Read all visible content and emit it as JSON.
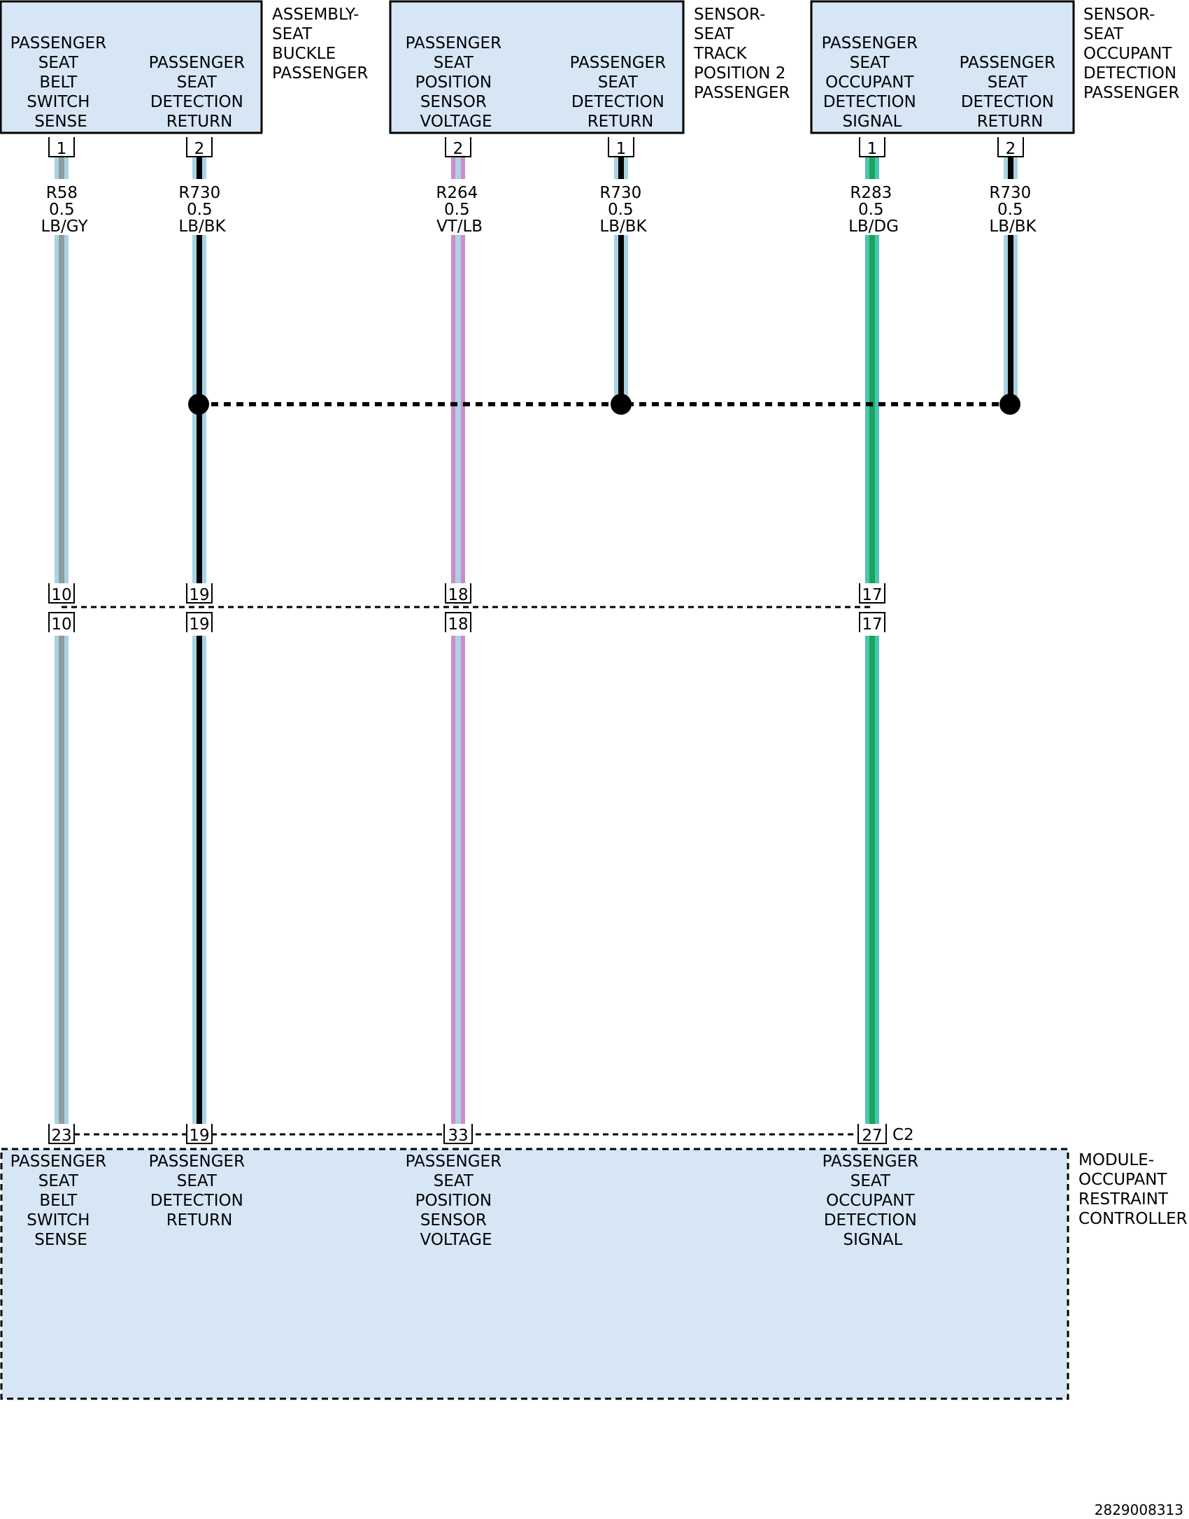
{
  "colors": {
    "box_fill": "#d6e6f5",
    "LB": "#a9d2e4",
    "GY": "#8e9ca3",
    "BK": "#000000",
    "VT": "#cf8bc8",
    "DG": "#1aa35b",
    "LB_on_DG": "#4cc3b4"
  },
  "components": {
    "buckle": {
      "title": [
        "ASSEMBLY-",
        "SEAT",
        "BUCKLE",
        "PASSENGER"
      ],
      "pins": [
        {
          "number": "1",
          "label": [
            "PASSENGER",
            "SEAT",
            "BELT",
            "SWITCH",
            "SENSE"
          ]
        },
        {
          "number": "2",
          "label": [
            "PASSENGER",
            "SEAT",
            "DETECTION",
            "RETURN"
          ]
        }
      ]
    },
    "track": {
      "title": [
        "SENSOR-",
        "SEAT",
        "TRACK",
        "POSITION 2",
        "PASSENGER"
      ],
      "pins": [
        {
          "number": "2",
          "label": [
            "PASSENGER",
            "SEAT",
            "POSITION",
            "SENSOR",
            "VOLTAGE"
          ]
        },
        {
          "number": "1",
          "label": [
            "PASSENGER",
            "SEAT",
            "DETECTION",
            "RETURN"
          ]
        }
      ]
    },
    "occupant": {
      "title": [
        "SENSOR-",
        "SEAT",
        "OCCUPANT",
        "DETECTION",
        "PASSENGER"
      ],
      "pins": [
        {
          "number": "1",
          "label": [
            "PASSENGER",
            "SEAT",
            "OCCUPANT",
            "DETECTION",
            "SIGNAL"
          ]
        },
        {
          "number": "2",
          "label": [
            "PASSENGER",
            "SEAT",
            "DETECTION",
            "RETURN"
          ]
        }
      ]
    },
    "orc": {
      "title": [
        "MODULE-",
        "OCCUPANT",
        "RESTRAINT",
        "CONTROLLER"
      ],
      "connector": "C2",
      "pins": [
        {
          "number": "23",
          "label": [
            "PASSENGER",
            "SEAT",
            "BELT",
            "SWITCH",
            "SENSE"
          ]
        },
        {
          "number": "19",
          "label": [
            "PASSENGER",
            "SEAT",
            "DETECTION",
            "RETURN"
          ]
        },
        {
          "number": "33",
          "label": [
            "PASSENGER",
            "SEAT",
            "POSITION",
            "SENSOR",
            "VOLTAGE"
          ]
        },
        {
          "number": "27",
          "label": [
            "PASSENGER",
            "SEAT",
            "OCCUPANT",
            "DETECTION",
            "SIGNAL"
          ]
        }
      ]
    }
  },
  "wires": [
    {
      "circuit": "R58",
      "gauge": "0.5",
      "color": "LB/GY"
    },
    {
      "circuit": "R730",
      "gauge": "0.5",
      "color": "LB/BK"
    },
    {
      "circuit": "R264",
      "gauge": "0.5",
      "color": "VT/LB"
    },
    {
      "circuit": "R730",
      "gauge": "0.5",
      "color": "LB/BK"
    },
    {
      "circuit": "R283",
      "gauge": "0.5",
      "color": "LB/DG"
    },
    {
      "circuit": "R730",
      "gauge": "0.5",
      "color": "LB/BK"
    }
  ],
  "inline_connector": {
    "upper_pins": [
      "10",
      "19",
      "18",
      "17"
    ],
    "lower_pins": [
      "10",
      "19",
      "18",
      "17"
    ]
  },
  "figure_id": "2829008313"
}
